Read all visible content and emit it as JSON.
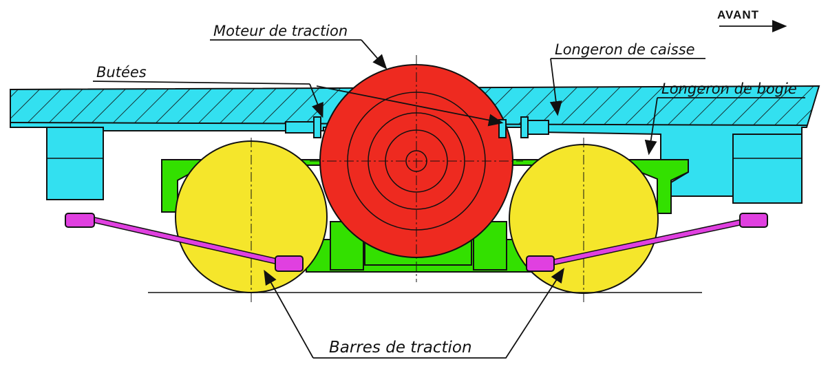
{
  "labels": {
    "avant": "AVANT",
    "moteur": "Moteur de traction",
    "longeron_caisse": "Longeron de caisse",
    "longeron_bogie": "Longeron de bogie",
    "butees": "Butées",
    "barres": "Barres de traction"
  },
  "colors": {
    "caisse": "#33e0f0",
    "bogie": "#33e000",
    "wheel": "#f5e62b",
    "motor": "#ee2a20",
    "bar": "#e040e0",
    "ink": "#111111"
  }
}
